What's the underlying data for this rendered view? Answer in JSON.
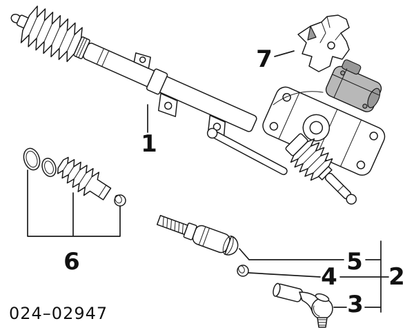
{
  "diagram": {
    "part_number": "024–02947",
    "callouts": [
      {
        "id": 1,
        "label": "1"
      },
      {
        "id": 2,
        "label": "2"
      },
      {
        "id": 3,
        "label": "3"
      },
      {
        "id": 4,
        "label": "4"
      },
      {
        "id": 5,
        "label": "5"
      },
      {
        "id": 6,
        "label": "6"
      },
      {
        "id": 7,
        "label": "7"
      }
    ],
    "colors": {
      "line": "#1a1a1a",
      "background": "#ffffff"
    }
  }
}
